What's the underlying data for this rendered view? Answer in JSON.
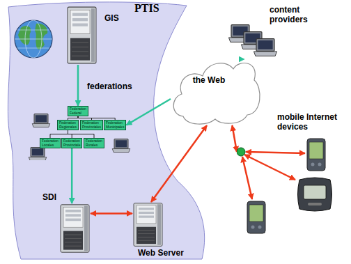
{
  "diagram": {
    "nodes": [
      {
        "text": [
          "PTIS"
        ]
      },
      {
        "text": [
          "GIS"
        ],
        "in": 0
      },
      {
        "text": [
          "federations"
        ],
        "in": 0
      },
      {
        "text": [
          "Federation Federal"
        ],
        "in": 2
      },
      {
        "text": [
          "Federation Regionales"
        ],
        "in": 2
      },
      {
        "text": [
          "Federation Provinciales"
        ],
        "in": 2
      },
      {
        "text": [
          "Federation Municipales"
        ],
        "in": 2
      },
      {
        "text": [
          "Federation Locales"
        ],
        "in": 2
      },
      {
        "text": [
          "Federation Provinciale"
        ],
        "in": 2
      },
      {
        "text": [
          "Federation Rurales"
        ],
        "in": 2
      },
      {
        "text": [
          "SDI"
        ],
        "in": 0
      },
      {
        "text": [
          "Web Server"
        ],
        "in": 0
      },
      {
        "text": [
          "content providers"
        ]
      },
      {
        "text": [
          "the Web"
        ]
      },
      {
        "text": [
          "mobile Internet devices"
        ]
      }
    ],
    "edges": [
      {
        "from": 1,
        "to": 3,
        "arrow": "to"
      },
      {
        "from": 3,
        "to": 4,
        "arrow": "none"
      },
      {
        "from": 3,
        "to": 5,
        "arrow": "none"
      },
      {
        "from": 3,
        "to": 6,
        "arrow": "none"
      },
      {
        "from": 4,
        "to": 7,
        "arrow": "none"
      },
      {
        "from": 4,
        "to": 8,
        "arrow": "none"
      },
      {
        "from": 4,
        "to": 9,
        "arrow": "none"
      },
      {
        "from": 8,
        "to": 10,
        "arrow": "to"
      },
      {
        "from": 10,
        "to": 11,
        "arrow": "both"
      },
      {
        "from": 11,
        "to": 13,
        "arrow": "both"
      },
      {
        "from": 12,
        "to": 13,
        "arrow": "to"
      },
      {
        "from": 13,
        "to": 6,
        "arrow": "to"
      },
      {
        "from": 13,
        "to": 14,
        "arrow": "both"
      }
    ]
  }
}
